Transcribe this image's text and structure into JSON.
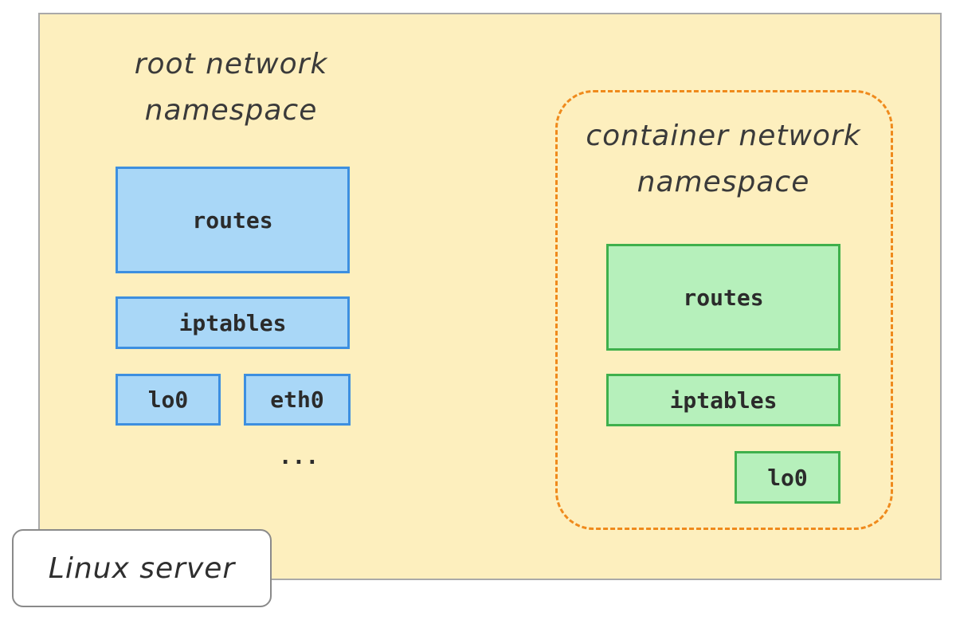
{
  "server": {
    "label": "Linux server"
  },
  "root_namespace": {
    "title": "root network\nnamespace",
    "routes_label": "routes",
    "iptables_label": "iptables",
    "interfaces": [
      "lo0",
      "eth0"
    ],
    "more": "..."
  },
  "container_namespace": {
    "title": "container network\nnamespace",
    "routes_label": "routes",
    "iptables_label": "iptables",
    "interfaces": [
      "lo0"
    ]
  },
  "colors": {
    "server_fill": "#fdefbe",
    "root_box_fill": "#a9d7f7",
    "root_box_stroke": "#3d8fe0",
    "container_box_fill": "#b6f0bb",
    "container_box_stroke": "#3fb04c",
    "container_outline": "#ef8a1c"
  }
}
